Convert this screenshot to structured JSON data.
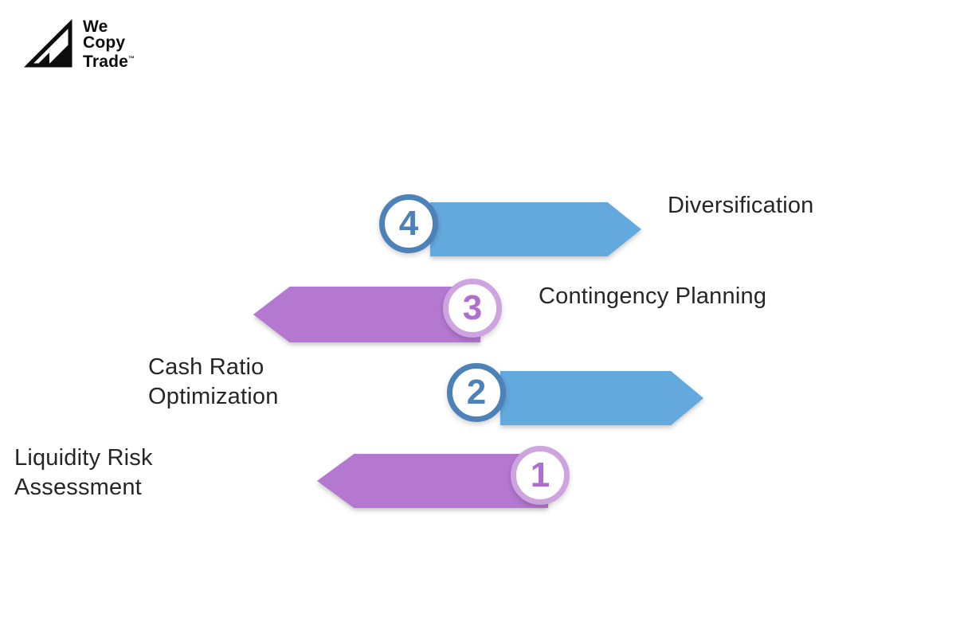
{
  "logo": {
    "line1": "We",
    "line2": "Copy",
    "line3": "Trade",
    "trademark": "™"
  },
  "diagram": {
    "steps": [
      {
        "number": "1",
        "label": "Liquidity Risk Assessment",
        "direction": "left",
        "arrow_color": "#b478d0",
        "ring_color": "#cda4e0",
        "number_color": "#ae6fd0"
      },
      {
        "number": "2",
        "label": "Cash Ratio Optimization",
        "direction": "right",
        "arrow_color": "#64a9de",
        "ring_color": "#4d82b8",
        "number_color": "#4d82b8"
      },
      {
        "number": "3",
        "label": "Contingency Planning",
        "direction": "left",
        "arrow_color": "#b478d0",
        "ring_color": "#cda4e0",
        "number_color": "#ae6fd0"
      },
      {
        "number": "4",
        "label": "Diversification",
        "direction": "right",
        "arrow_color": "#64a9de",
        "ring_color": "#4d82b8",
        "number_color": "#4d82b8"
      }
    ]
  },
  "colors": {
    "background": "#ffffff",
    "blue_arrow": "#64a9de",
    "blue_ring": "#4d82b8",
    "purple_arrow": "#b478d0",
    "purple_ring": "#cda4e0",
    "purple_number": "#ae6fd0",
    "label_text": "#262626",
    "logo_text": "#0d0d0d"
  }
}
